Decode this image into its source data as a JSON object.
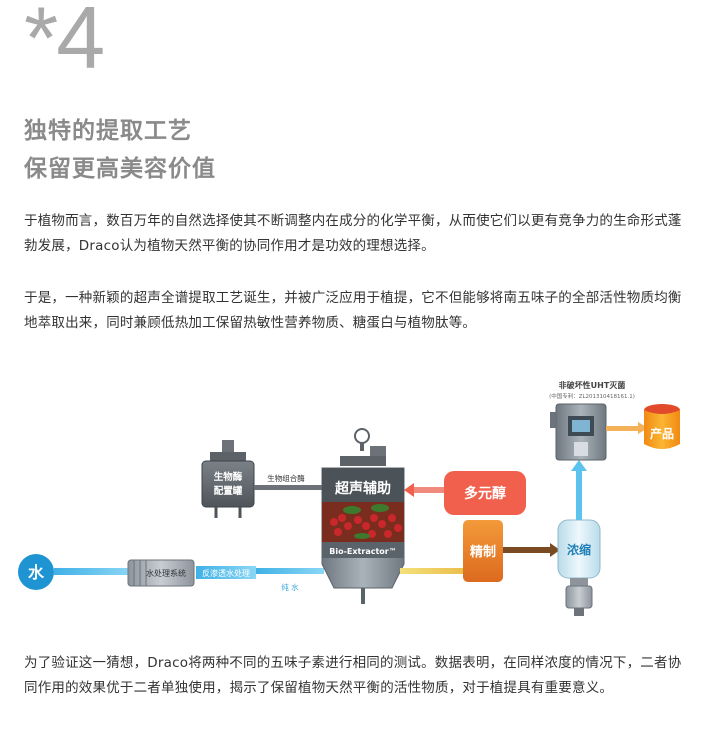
{
  "section_number": "*4",
  "heading": {
    "line1": "独特的提取工艺",
    "line2": "保留更高美容价值"
  },
  "paragraphs": [
    "于植物而言，数百万年的自然选择使其不断调整内在成分的化学平衡，从而使它们以更有竞争力的生命形式蓬勃发展，Draco认为植物天然平衡的协同作用才是功效的理想选择。",
    "于是，一种新颖的超声全谱提取工艺诞生，并被广泛应用于植提，它不但能够将南五味子的全部活性物质均衡地萃取出来，同时兼顾低热加工保留热敏性营养物质、糖蛋白与植物肽等。",
    "为了验证这一猜想，Draco将两种不同的五味子素进行相同的测试。数据表明，在同样浓度的情况下，二者协同作用的效果优于二者单独使用，揭示了保留植物天然平衡的活性物质，对于植提具有重要意义。"
  ],
  "diagram": {
    "water": "水",
    "water_system": "水处理系统",
    "ro_process": "反渗透水处理",
    "pure_water": "纯 水",
    "enzyme_tank_line1": "生物酶",
    "enzyme_tank_line2": "配置罐",
    "bio_combo_enzyme": "生物组合酶",
    "ultrasonic": "超声辅助",
    "extractor": "Bio-Extractor™",
    "polyol": "多元醇",
    "refine": "精制",
    "concentrate": "浓缩",
    "uht_title": "非破坏性UHT灭菌",
    "uht_patent": "(中国专利：ZL201310418161.1)",
    "product": "产品"
  },
  "colors": {
    "heading": "#8a8a8a",
    "number": "#a9a9a9",
    "water_blue": "#1f94d2",
    "arrow_blue": "#5cc3ee",
    "polyol_red": "#f0604c",
    "refine_orange": "#e9802a",
    "product_orange": "#f6a21f",
    "product_lid": "#e24a2c",
    "concentrate_blue": "#cfe7f3"
  }
}
